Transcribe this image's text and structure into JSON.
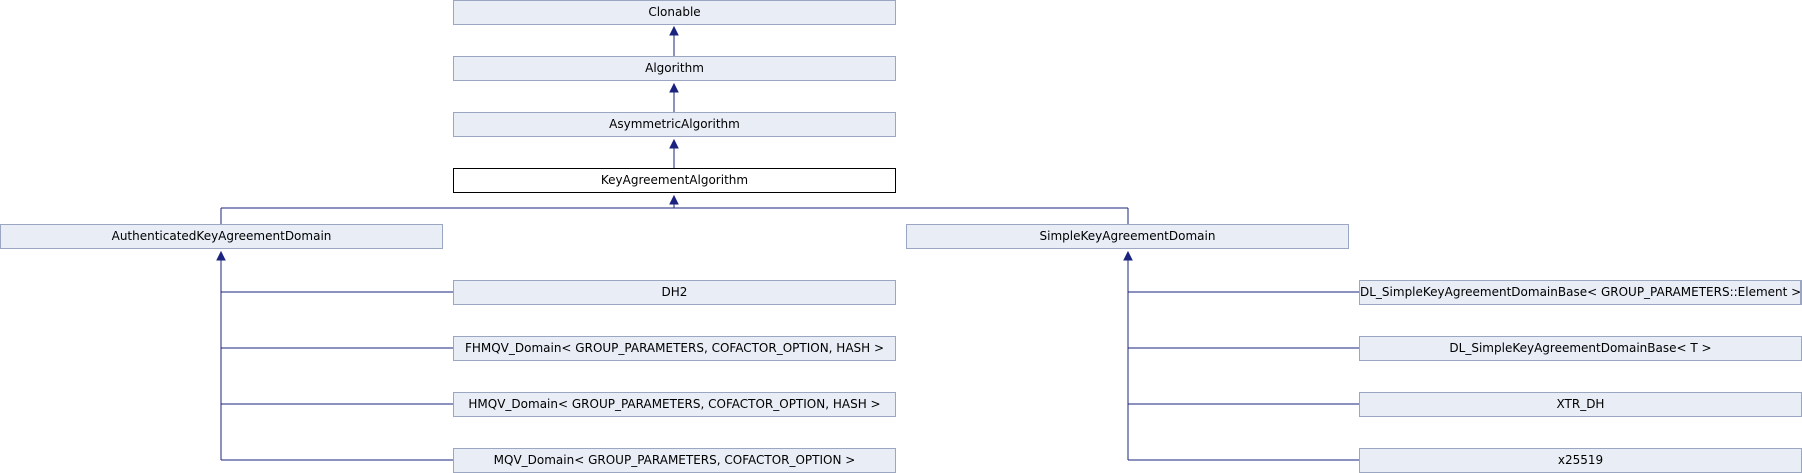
{
  "colors": {
    "node_fill": "#e8edf6",
    "node_border": "#9aa6c2",
    "focus_fill": "#ffffff",
    "focus_border": "#000000",
    "edge": "#1a237e"
  },
  "nodes": {
    "clonable": "Clonable",
    "algorithm": "Algorithm",
    "asymmetric_algorithm": "AsymmetricAlgorithm",
    "key_agreement_algorithm": "KeyAgreementAlgorithm",
    "authenticated_key_agreement_domain": "AuthenticatedKeyAgreementDomain",
    "simple_key_agreement_domain": "SimpleKeyAgreementDomain",
    "dh2": "DH2",
    "fhmqv_domain": "FHMQV_Domain< GROUP_PARAMETERS, COFACTOR_OPTION, HASH >",
    "hmqv_domain": "HMQV_Domain< GROUP_PARAMETERS, COFACTOR_OPTION, HASH >",
    "mqv_domain": "MQV_Domain< GROUP_PARAMETERS, COFACTOR_OPTION >",
    "dl_simple_key_agreement_domain_base_element": "DL_SimpleKeyAgreementDomainBase< GROUP_PARAMETERS::Element >",
    "dl_simple_key_agreement_domain_base_t": "DL_SimpleKeyAgreementDomainBase< T >",
    "xtr_dh": "XTR_DH",
    "x25519": "x25519"
  }
}
